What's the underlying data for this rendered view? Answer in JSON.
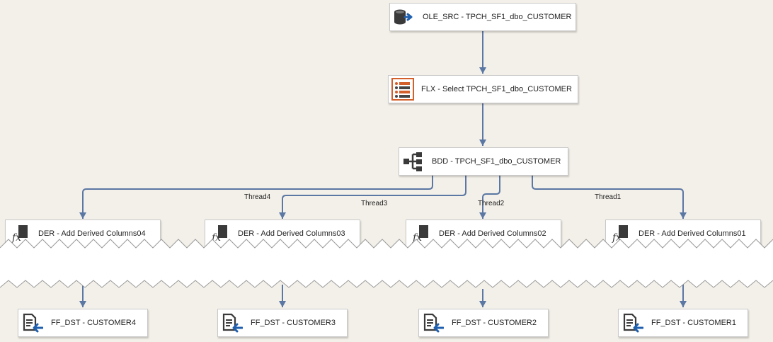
{
  "nodes": {
    "source": {
      "label": "OLE_SRC - TPCH_SF1_dbo_CUSTOMER",
      "icon": "database-source-icon"
    },
    "flex": {
      "label": "FLX - Select TPCH_SF1_dbo_CUSTOMER",
      "icon": "select-columns-icon"
    },
    "distributor": {
      "label": "BDD - TPCH_SF1_dbo_CUSTOMER",
      "icon": "balanced-distributor-icon"
    },
    "derived": [
      {
        "label": "DER - Add Derived Columns04",
        "icon": "derived-column-icon"
      },
      {
        "label": "DER - Add Derived Columns03",
        "icon": "derived-column-icon"
      },
      {
        "label": "DER - Add Derived Columns02",
        "icon": "derived-column-icon"
      },
      {
        "label": "DER - Add Derived Columns01",
        "icon": "derived-column-icon"
      }
    ],
    "destinations": [
      {
        "label": "FF_DST - CUSTOMER4",
        "icon": "flat-file-destination-icon"
      },
      {
        "label": "FF_DST - CUSTOMER3",
        "icon": "flat-file-destination-icon"
      },
      {
        "label": "FF_DST - CUSTOMER2",
        "icon": "flat-file-destination-icon"
      },
      {
        "label": "FF_DST - CUSTOMER1",
        "icon": "flat-file-destination-icon"
      }
    ]
  },
  "paths": {
    "threads": [
      "Thread4",
      "Thread3",
      "Thread2",
      "Thread1"
    ]
  },
  "colors": {
    "canvas": "#f3f0e9",
    "connector": "#5b77a3",
    "flex_icon": "#d35f2b",
    "db_icon": "#3a3a3a",
    "arrow_blue": "#1f5fae"
  }
}
